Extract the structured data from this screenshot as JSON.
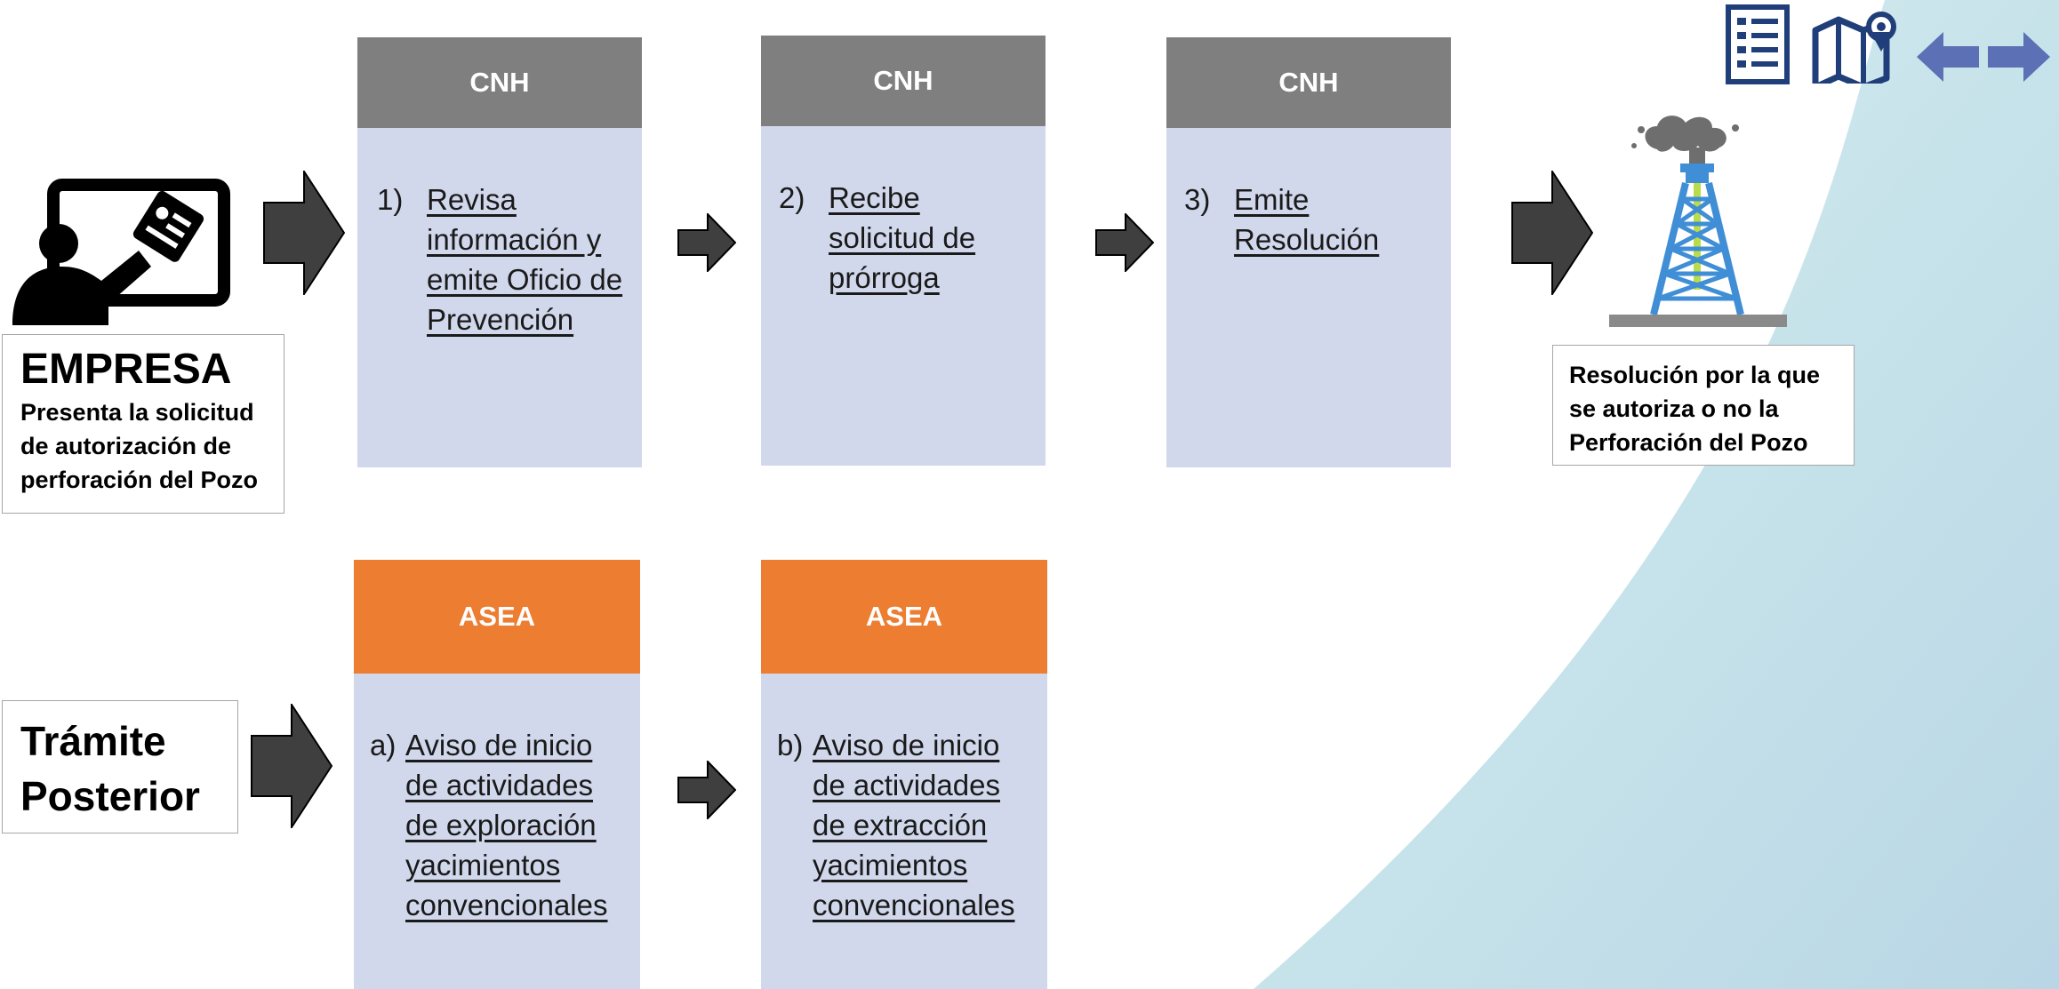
{
  "colors": {
    "header_gray": "#7f7f7f",
    "header_orange": "#ed7d31",
    "box_body": "#d1d8ec",
    "arrow_fill": "#3f3f3f",
    "nav_blue": "#1f3e7a",
    "nav_arrow": "#5b70b5",
    "derrick_blue": "#3f8ed6",
    "derrick_green": "#b8dc4a",
    "derrick_smoke": "#6e6e6e"
  },
  "icons": {
    "index": "list-icon",
    "map": "map-pin-icon",
    "back": "arrow-left-icon",
    "forward": "arrow-right-icon",
    "person": "presenter-icon",
    "derrick": "oil-derrick-icon"
  },
  "empresa": {
    "title": "EMPRESA",
    "text": "Presenta la solicitud de autorización de perforación del Pozo"
  },
  "steps": [
    {
      "header": "CNH",
      "num": "1)",
      "text": "Revisa información y emite Oficio de Prevención"
    },
    {
      "header": "CNH",
      "num": "2)",
      "text": "Recibe solicitud de prórroga"
    },
    {
      "header": "CNH",
      "num": "3)",
      "text": "Emite Resolución"
    }
  ],
  "result": {
    "text": "Resolución por la que se autoriza o no la Perforación del Pozo"
  },
  "tramite": {
    "title": "Trámite Posterior"
  },
  "posterior_steps": [
    {
      "header": "ASEA",
      "num": "a)",
      "text": "Aviso de inicio de actividades de exploración yacimientos convencionales"
    },
    {
      "header": "ASEA",
      "num": "b)",
      "text": "Aviso de inicio de actividades de extracción yacimientos convencionales"
    }
  ]
}
